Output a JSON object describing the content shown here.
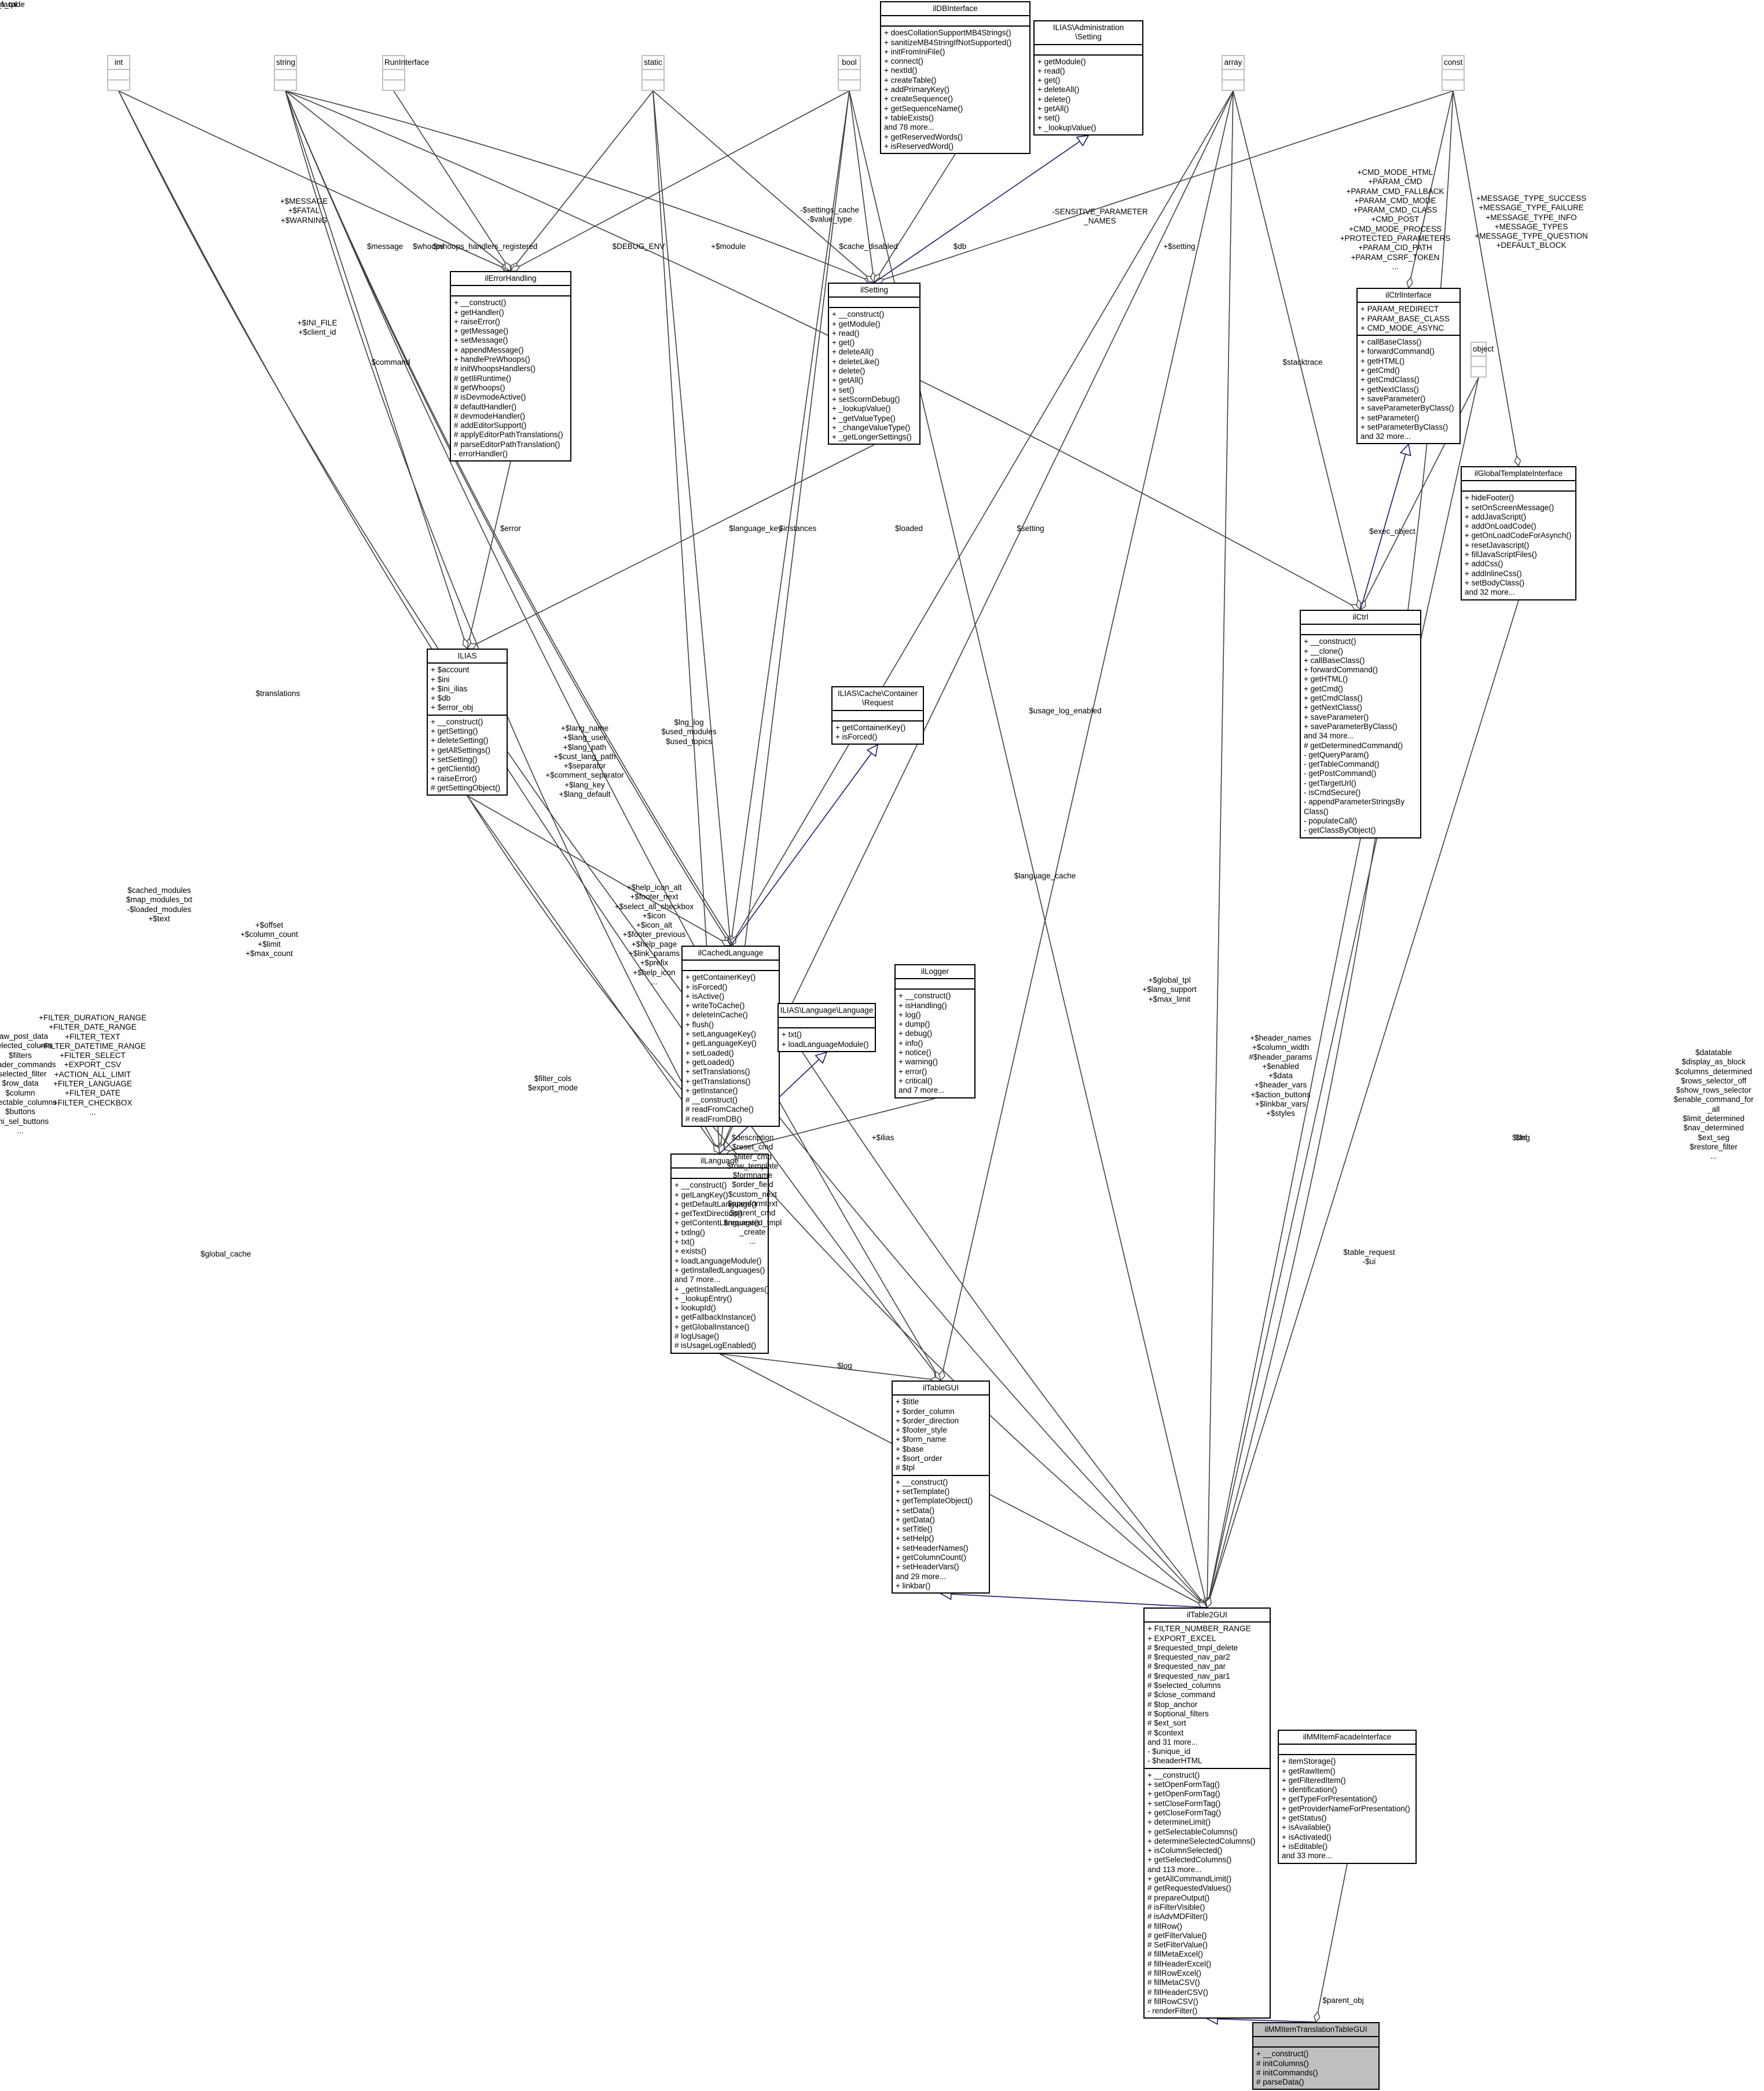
{
  "colors": {
    "edge_usage": "#404040",
    "edge_inherit": "#191970",
    "main_fill": "#bfbfbf",
    "stub_border": "#bfbfbf"
  },
  "classes": [
    {
      "id": "int",
      "title": [
        "int"
      ],
      "attrs": [],
      "ops": [],
      "stub": true
    },
    {
      "id": "string",
      "title": [
        "string"
      ],
      "attrs": [],
      "ops": [],
      "stub": true
    },
    {
      "id": "runinterface",
      "title": [
        "RunInterface"
      ],
      "attrs": [],
      "ops": [],
      "stub": true
    },
    {
      "id": "static",
      "title": [
        "static"
      ],
      "attrs": [],
      "ops": [],
      "stub": true
    },
    {
      "id": "bool",
      "title": [
        "bool"
      ],
      "attrs": [],
      "ops": [],
      "stub": true
    },
    {
      "id": "array",
      "title": [
        "array"
      ],
      "attrs": [],
      "ops": [],
      "stub": true
    },
    {
      "id": "const",
      "title": [
        "const"
      ],
      "attrs": [],
      "ops": [],
      "stub": true
    },
    {
      "id": "object",
      "title": [
        "object"
      ],
      "attrs": [],
      "ops": [],
      "stub": true
    },
    {
      "id": "ildbinterface",
      "title": [
        "ilDBInterface"
      ],
      "attrs": [],
      "ops": [
        "+ doesCollationSupportMB4Strings()",
        "+ sanitizeMB4StringIfNotSupported()",
        "+ initFromIniFile()",
        "+ connect()",
        "+ nextId()",
        "+ createTable()",
        "+ addPrimaryKey()",
        "+ createSequence()",
        "+ getSequenceName()",
        "+ tableExists()",
        "and 78 more...",
        "+ getReservedWords()",
        "+ isReservedWord()"
      ]
    },
    {
      "id": "iliassetting",
      "title": [
        "ILIAS\\Administration",
        "\\Setting"
      ],
      "attrs": [],
      "ops": [
        "+ getModule()",
        "+ read()",
        "+ get()",
        "+ deleteAll()",
        "+ delete()",
        "+ getAll()",
        "+ set()",
        "+ _lookupValue()"
      ]
    },
    {
      "id": "ilerrorhandling",
      "title": [
        "ilErrorHandling"
      ],
      "attrs": [],
      "ops": [
        "+ __construct()",
        "+ getHandler()",
        "+ raiseError()",
        "+ getMessage()",
        "+ setMessage()",
        "+ appendMessage()",
        "+ handlePreWhoops()",
        "# initWhoopsHandlers()",
        "# getIliRuntime()",
        "# getWhoops()",
        "# isDevmodeActive()",
        "# defaultHandler()",
        "# devmodeHandler()",
        "# addEditorSupport()",
        "# applyEditorPathTranslations()",
        "# parseEditorPathTranslation()",
        "- errorHandler()"
      ]
    },
    {
      "id": "ilsetting",
      "title": [
        "ilSetting"
      ],
      "attrs": [],
      "ops": [
        "+ __construct()",
        "+ getModule()",
        "+ read()",
        "+ get()",
        "+ deleteAll()",
        "+ deleteLike()",
        "+ delete()",
        "+ getAll()",
        "+ set()",
        "+ setScormDebug()",
        "+ _lookupValue()",
        "+ _getValueType()",
        "+ _changeValueType()",
        "+ _getLongerSettings()"
      ]
    },
    {
      "id": "ilctrlinterface",
      "title": [
        "ilCtrlInterface"
      ],
      "attrs": [
        "+ PARAM_REDIRECT",
        "+ PARAM_BASE_CLASS",
        "+ CMD_MODE_ASYNC"
      ],
      "ops": [
        "+ callBaseClass()",
        "+ forwardCommand()",
        "+ getHTML()",
        "+ getCmd()",
        "+ getCmdClass()",
        "+ getNextClass()",
        "+ saveParameter()",
        "+ saveParameterByClass()",
        "+ setParameter()",
        "+ setParameterByClass()",
        "and 32 more..."
      ]
    },
    {
      "id": "ilglobaltemplateinterface",
      "title": [
        "ilGlobalTemplateInterface"
      ],
      "attrs": [],
      "ops": [
        "+ hideFooter()",
        "+ setOnScreenMessage()",
        "+ addJavaScript()",
        "+ addOnLoadCode()",
        "+ getOnLoadCodeForAsynch()",
        "+ resetJavascript()",
        "+ fillJavaScriptFiles()",
        "+ addCss()",
        "+ addInlineCss()",
        "+ setBodyClass()",
        "and 32 more..."
      ]
    },
    {
      "id": "ilctrl",
      "title": [
        "ilCtrl"
      ],
      "attrs": [],
      "ops": [
        "+ __construct()",
        "+ __clone()",
        "+ callBaseClass()",
        "+ forwardCommand()",
        "+ getHTML()",
        "+ getCmd()",
        "+ getCmdClass()",
        "+ getNextClass()",
        "+ saveParameter()",
        "+ saveParameterByClass()",
        "and 34 more...",
        "# getDeterminedCommand()",
        "- getQueryParam()",
        "- getTableCommand()",
        "- getPostCommand()",
        "- getTargetUrl()",
        "- isCmdSecure()",
        "- appendParameterStringsBy",
        "Class()",
        "- populateCall()",
        "- getClassByObject()"
      ]
    },
    {
      "id": "ilias",
      "title": [
        "ILIAS"
      ],
      "attrs": [
        "+ $account",
        "+ $ini",
        "+ $ini_ilias",
        "+ $db",
        "+ $error_obj"
      ],
      "ops": [
        "+ __construct()",
        "+ getSetting()",
        "+ deleteSetting()",
        "+ getAllSettings()",
        "+ setSetting()",
        "+ getClientId()",
        "+ raiseError()",
        "# getSettingObject()"
      ]
    },
    {
      "id": "ilcacherequest",
      "title": [
        "ILIAS\\Cache\\Container",
        "\\Request"
      ],
      "attrs": [],
      "ops": [
        "+ getContainerKey()",
        "+ isForced()"
      ]
    },
    {
      "id": "ilcachedlanguage",
      "title": [
        "ilCachedLanguage"
      ],
      "attrs": [],
      "ops": [
        "+ getContainerKey()",
        "+ isForced()",
        "+ isActive()",
        "+ writeToCache()",
        "+ deleteInCache()",
        "+ flush()",
        "+ setLanguageKey()",
        "+ getLanguageKey()",
        "+ setLoaded()",
        "+ getLoaded()",
        "+ setTranslations()",
        "+ getTranslations()",
        "+ getInstance()",
        "# __construct()",
        "# readFromCache()",
        "# readFromDB()"
      ]
    },
    {
      "id": "iliaslanguage",
      "title": [
        "ILIAS\\Language\\Language"
      ],
      "attrs": [],
      "ops": [
        "+ txt()",
        "+ loadLanguageModule()"
      ]
    },
    {
      "id": "illogger",
      "title": [
        "ilLogger"
      ],
      "attrs": [],
      "ops": [
        "+ __construct()",
        "+ isHandling()",
        "+ log()",
        "+ dump()",
        "+ debug()",
        "+ info()",
        "+ notice()",
        "+ warning()",
        "+ error()",
        "+ critical()",
        "and 7 more..."
      ]
    },
    {
      "id": "illanguage",
      "title": [
        "ilLanguage"
      ],
      "attrs": [],
      "ops": [
        "+ __construct()",
        "+ getLangKey()",
        "+ getDefaultLanguage()",
        "+ getTextDirection()",
        "+ getContentLanguage()",
        "+ txtlng()",
        "+ txt()",
        "+ exists()",
        "+ loadLanguageModule()",
        "+ getInstalledLanguages()",
        "and 7 more...",
        "+ _getInstalledLanguages()",
        "+ _lookupEntry()",
        "+ lookupId()",
        "+ getFallbackInstance()",
        "+ getGlobalInstance()",
        "# logUsage()",
        "# isUsageLogEnabled()"
      ]
    },
    {
      "id": "iltablegui",
      "title": [
        "ilTableGUI"
      ],
      "attrs": [
        "+ $title",
        "+ $order_column",
        "+ $order_direction",
        "+ $footer_style",
        "+ $form_name",
        "+ $base",
        "+ $sort_order",
        "# $tpl"
      ],
      "ops": [
        "+ __construct()",
        "+ setTemplate()",
        "+ getTemplateObject()",
        "+ setData()",
        "+ getData()",
        "+ setTitle()",
        "+ setHelp()",
        "+ setHeaderNames()",
        "+ getColumnCount()",
        "+ setHeaderVars()",
        "and 29 more...",
        "+ linkbar()"
      ]
    },
    {
      "id": "iltable2gui",
      "title": [
        "ilTable2GUI"
      ],
      "attrs": [
        "+ FILTER_NUMBER_RANGE",
        "+ EXPORT_EXCEL",
        "# $requested_tmpl_delete",
        "# $requested_nav_par2",
        "# $requested_nav_par",
        "# $requested_nav_par1",
        "# $selected_columns",
        "# $close_command",
        "# $top_anchor",
        "# $optional_filters",
        "# $ext_sort",
        "# $context",
        "and 31 more...",
        "- $unique_id",
        "- $headerHTML"
      ],
      "ops": [
        "+ __construct()",
        "+ setOpenFormTag()",
        "+ getOpenFormTag()",
        "+ setCloseFormTag()",
        "+ getCloseFormTag()",
        "+ determineLimit()",
        "+ getSelectableColumns()",
        "+ determineSelectedColumns()",
        "+ isColumnSelected()",
        "+ getSelectedColumns()",
        "and 113 more...",
        "+ getAllCommandLimit()",
        "# getRequestedValues()",
        "# prepareOutput()",
        "# isFilterVisible()",
        "# isAdvMDFilter()",
        "# fillRow()",
        "# getFilterValue()",
        "# SetFilterValue()",
        "# fillMetaExcel()",
        "# fillHeaderExcel()",
        "# fillRowExcel()",
        "# fillMetaCSV()",
        "# fillHeaderCSV()",
        "# fillRowCSV()",
        "- renderFilter()"
      ]
    },
    {
      "id": "ilmmitemfacade",
      "title": [
        "ilMMItemFacadeInterface"
      ],
      "attrs": [],
      "ops": [
        "+ itemStorage()",
        "+ getRawItem()",
        "+ getFilteredItem()",
        "+ identification()",
        "+ getTypeForPresentation()",
        "+ getProviderNameForPresentation()",
        "+ getStatus()",
        "+ isAvailable()",
        "+ isActivated()",
        "+ isEditable()",
        "and 33 more..."
      ]
    },
    {
      "id": "ilmmtranslation",
      "title": [
        "ilMMItemTranslationTableGUI"
      ],
      "attrs": [],
      "ops": [
        "+ __construct()",
        "# initColumns()",
        "# initCommands()",
        "# parseData()"
      ],
      "main": true
    }
  ],
  "edge_labels": [
    "+$MESSAGE\n+$FATAL\n+$WARNING",
    "$message",
    "$whoops",
    "$whoops_handlers_registered",
    "$DEBUG_ENV",
    "+$module",
    "-$settings_cache\n-$value_type",
    "$cache_disabled",
    "$db",
    "-SENSITIVE_PARAMETER\n_NAMES",
    "+$setting",
    "+CMD_MODE_HTML\n+PARAM_CMD\n+PARAM_CMD_FALLBACK\n+PARAM_CMD_MODE\n+PARAM_CMD_CLASS\n+CMD_POST\n+CMD_MODE_PROCESS\n+PROTECTED_PARAMETERS\n+PARAM_CID_PATH\n+PARAM_CSRF_TOKEN\n...",
    "+MESSAGE_TYPE_SUCCESS\n+MESSAGE_TYPE_FAILURE\n+MESSAGE_TYPE_INFO\n+MESSAGE_TYPES\n+MESSAGE_TYPE_QUESTION\n+DEFAULT_BLOCK",
    "+$INI_FILE\n+$client_id",
    "$command",
    "$stacktrace",
    "$exec_object",
    "$error",
    "$language_key",
    "$instances",
    "$loaded",
    "$setting",
    "$translations",
    "+$lang_name\n+$lang_user\n+$lang_path\n+$cust_lang_path\n+$separator\n+$comment_separator\n+$lang_key\n+$lang_default",
    "$lng_log\n$used_modules\n$used_topics",
    "$usage_log_enabled",
    "$cached_modules\n$map_modules_txt\n-$loaded_modules\n+$text",
    "+$offset\n+$column_count\n+$limit\n+$max_count",
    "+$help_icon_alt\n+$footer_next\n+$select_all_checkbox\n+$icon\n+$icon_alt\n+$footer_previous\n+$help_page\n+$link_params\n+$prefix\n+$help_icon\n...",
    "$language_cache",
    "+$global_tpl\n+$lang_support\n+$max_limit",
    "+$header_names\n+$column_width\n#$header_params\n+$enabled\n+$data\n+$header_vars\n+$action_buttons\n+$linkbar_vars\n+$styles",
    "$datatable\n$display_as_block\n$columns_determined\n$rows_selector_off\n$show_rows_selector\n$enable_command_for\n_all\n$limit_determined\n$nav_determined\n$ext_seg\n$restore_filter\n...",
    "$raw_post_data\n$selected_column\n$filters\n$header_commands\n$selected_filter\n$row_data\n$column\n$selectable_columns\n$buttons\n$mi_sel_buttons\n...",
    "+FILTER_DURATION_RANGE\n+FILTER_DATE_RANGE\n+FILTER_TEXT\n+FILTER_DATETIME_RANGE\n+FILTER_SELECT\n+EXPORT_CSV\n+ACTION_ALL_LIMIT\n+FILTER_LANGUAGE\n+FILTER_DATE\n+FILTER_CHECKBOX\n...",
    "$filter_cols\n$export_mode",
    "$description\n$reset_cmd\n$filter_cmd\n$row_template\n$formname\n$order_field\n$custom_next\n$openformtext\n$parent_cmd\n$requested_tmpl\n_create\n...",
    "+$ilias",
    "$global_cache",
    "$log",
    "$table_request\n-$ui",
    "$lng",
    "$ctrl",
    "$parent_obj",
    "$main_tpl",
    "-$item_facade"
  ]
}
